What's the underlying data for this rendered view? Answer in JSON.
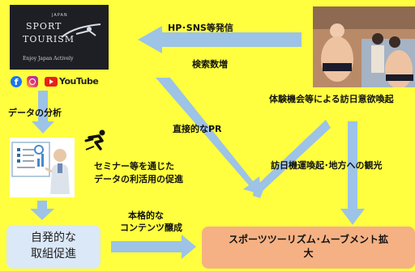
{
  "logo": {
    "small_text": "JAPAN",
    "line1": "SPORT",
    "line2": "TOURISM",
    "tagline": "Enjoy Japan Actively"
  },
  "social": {
    "facebook_glyph": "f",
    "youtube_label": "YouTube"
  },
  "labels": {
    "hp_sns": "HP･SNS等発信",
    "search_increase": "検索数増",
    "experience": "体験機会等による訪日意欲喚起",
    "data_analysis": "データの分析",
    "direct_pr": "直接的なPR",
    "tourism_visit": "訪日機運喚起･地方への観光",
    "seminar_line1": "セミナー等を通じた",
    "seminar_line2": "データの利活用の促進",
    "content_line1": "本格的な",
    "content_line2": "コンテンツ醸成"
  },
  "boxes": {
    "autonomous_line1": "自発的な",
    "autonomous_line2": "取組促進",
    "movement_line1": "スポーツツーリズム･ムーブメント拡",
    "movement_line2": "大"
  },
  "colors": {
    "background": "#ffff3f",
    "arrow": "#9dc3e6",
    "box_blue": "#dbe8f7",
    "box_orange": "#f5b183"
  }
}
